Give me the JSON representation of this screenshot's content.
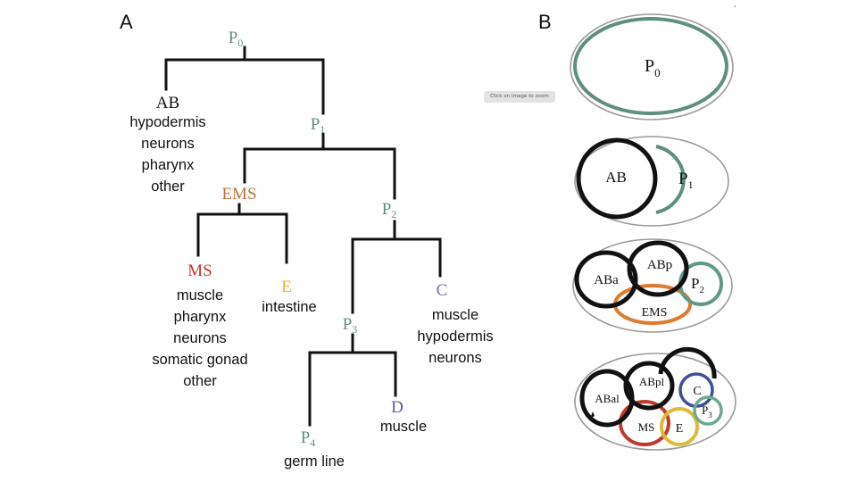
{
  "panels": {
    "a_label": "A",
    "b_label": "B"
  },
  "zoom_hint": "Click on image to zoom",
  "colors": {
    "P": "#5f8f7e",
    "EMS": "#c5713a",
    "MS": "#c0392b",
    "E": "#e0b83a",
    "C": "#6f6f9e",
    "D": "#5c5c99",
    "P2_ring": "#5f9a86",
    "P3_ring": "#6fa892",
    "C_ring": "#3f4f9a"
  },
  "tree": {
    "P0": {
      "base": "P",
      "sub": "0"
    },
    "AB": {
      "name": "AB",
      "fates": [
        "hypodermis",
        "neurons",
        "pharynx",
        "other"
      ]
    },
    "P1": {
      "base": "P",
      "sub": "1"
    },
    "EMS": {
      "name": "EMS"
    },
    "P2": {
      "base": "P",
      "sub": "2"
    },
    "MS": {
      "name": "MS",
      "fates": [
        "muscle",
        "pharynx",
        "neurons",
        "somatic gonad",
        "other"
      ]
    },
    "E": {
      "name": "E",
      "fates": [
        "intestine"
      ]
    },
    "P3": {
      "base": "P",
      "sub": "3"
    },
    "C": {
      "name": "C",
      "fates": [
        "muscle",
        "hypodermis",
        "neurons"
      ]
    },
    "P4": {
      "base": "P",
      "sub": "4",
      "fates": [
        "germ line"
      ]
    },
    "D": {
      "name": "D",
      "fates": [
        "muscle"
      ]
    }
  },
  "embryos": {
    "stage1": {
      "p": {
        "base": "P",
        "sub": "0"
      }
    },
    "stage2": {
      "ab": "AB",
      "p": {
        "base": "P",
        "sub": "1"
      }
    },
    "stage3": {
      "aba": "ABa",
      "abp": "ABp",
      "ems": "EMS",
      "p": {
        "base": "P",
        "sub": "2"
      }
    },
    "stage4": {
      "abal": "ABal",
      "abpl": "ABpl",
      "c": "C",
      "ms": "MS",
      "e": "E",
      "p": {
        "base": "P",
        "sub": "3"
      }
    }
  }
}
